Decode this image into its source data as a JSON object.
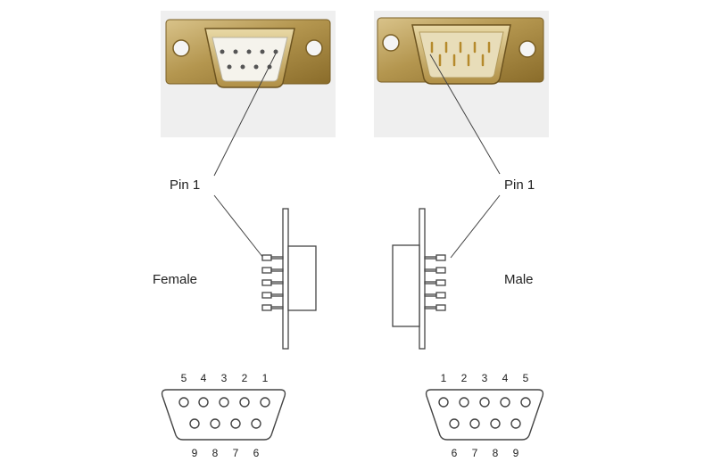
{
  "labels": {
    "left_pin1": "Pin 1",
    "right_pin1": "Pin 1",
    "female": "Female",
    "male": "Male"
  },
  "female_pinout": {
    "top_row": [
      "5",
      "4",
      "3",
      "2",
      "1"
    ],
    "bottom_row": [
      "9",
      "8",
      "7",
      "6"
    ]
  },
  "male_pinout": {
    "top_row": [
      "1",
      "2",
      "3",
      "4",
      "5"
    ],
    "bottom_row": [
      "6",
      "7",
      "8",
      "9"
    ]
  },
  "colors": {
    "line": "#444444",
    "photo_background": "#eeeeee",
    "plate_metal": "#b99a55",
    "plate_metal_dark": "#8a6c2a",
    "female_insert": "#f3f1ea",
    "male_insert": "#e7dcb8",
    "gold_pin": "#c79a3a"
  }
}
